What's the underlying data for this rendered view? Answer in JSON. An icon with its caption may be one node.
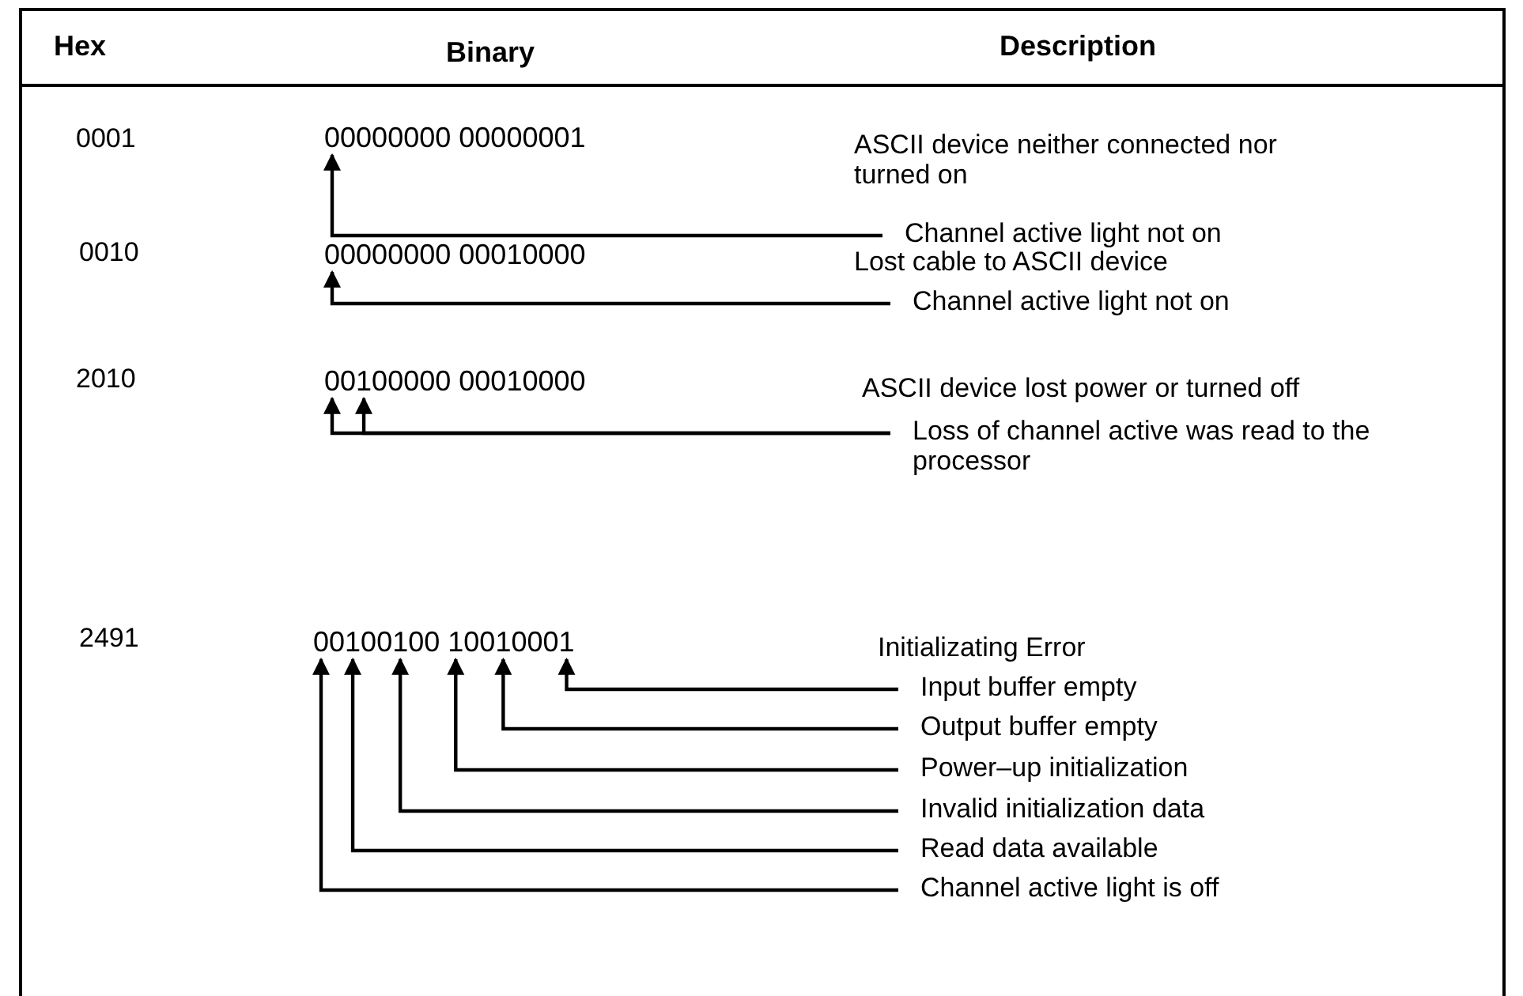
{
  "diagram": {
    "nodes": [
      {
        "text": [
          "00000000 00000001"
        ]
      },
      {
        "text": [
          "Channel active light not on"
        ]
      },
      {
        "text": [
          "00000000 00010000"
        ]
      },
      {
        "text": [
          "Channel active light not on"
        ]
      },
      {
        "text": [
          "00100000 00010000"
        ]
      },
      {
        "text": [
          "Loss of channel active was read to the processor"
        ]
      },
      {
        "text": [
          "00100100 10010001"
        ]
      },
      {
        "text": [
          "Input buffer empty"
        ]
      },
      {
        "text": [
          "Output buffer empty"
        ]
      },
      {
        "text": [
          "Power–up initialization"
        ]
      },
      {
        "text": [
          "Invalid initialization data"
        ]
      },
      {
        "text": [
          "Read data available"
        ]
      },
      {
        "text": [
          "Channel active light is off"
        ]
      }
    ],
    "edges": [
      {
        "from": 1,
        "to": 0,
        "arrow": "to"
      },
      {
        "from": 3,
        "to": 2,
        "arrow": "to"
      },
      {
        "from": 5,
        "to": 4,
        "arrow": "to"
      },
      {
        "from": 5,
        "to": 4,
        "arrow": "to"
      },
      {
        "from": 7,
        "to": 6,
        "arrow": "to"
      },
      {
        "from": 8,
        "to": 6,
        "arrow": "to"
      },
      {
        "from": 9,
        "to": 6,
        "arrow": "to"
      },
      {
        "from": 10,
        "to": 6,
        "arrow": "to"
      },
      {
        "from": 11,
        "to": 6,
        "arrow": "to"
      },
      {
        "from": 12,
        "to": 6,
        "arrow": "to"
      }
    ],
    "labels": [
      "Hex",
      "Binary",
      "Description",
      "0001",
      "ASCII device neither connected nor turned on",
      "0010",
      "Lost cable to ASCII device",
      "2010",
      "ASCII device lost power or turned off",
      "2491",
      "Initializating Error"
    ]
  }
}
